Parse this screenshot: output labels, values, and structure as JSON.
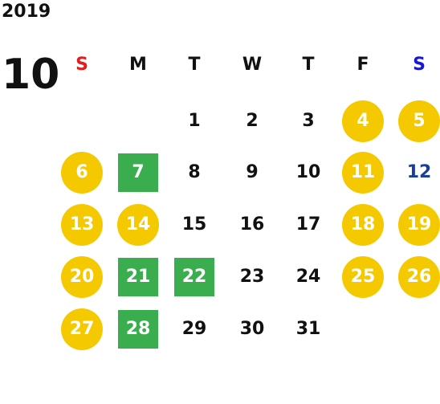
{
  "calendar": {
    "year": "2019",
    "month": "10",
    "weekdays": [
      "S",
      "M",
      "T",
      "W",
      "T",
      "F",
      "S"
    ],
    "colors": {
      "sunday": "#e51c1c",
      "saturday": "#1717d8",
      "holiday_circle": "#f5c900",
      "event_square": "#3aae4f",
      "highlight_text": "#1a3f99"
    },
    "weeks": [
      [
        {
          "n": ""
        },
        {
          "n": ""
        },
        {
          "n": "1"
        },
        {
          "n": "2"
        },
        {
          "n": "3"
        },
        {
          "n": "4",
          "style": "circle"
        },
        {
          "n": "5",
          "style": "circle"
        }
      ],
      [
        {
          "n": "6",
          "style": "circle"
        },
        {
          "n": "7",
          "style": "square"
        },
        {
          "n": "8"
        },
        {
          "n": "9"
        },
        {
          "n": "10"
        },
        {
          "n": "11",
          "style": "circle"
        },
        {
          "n": "12",
          "style": "blue"
        }
      ],
      [
        {
          "n": "13",
          "style": "circle"
        },
        {
          "n": "14",
          "style": "circle"
        },
        {
          "n": "15"
        },
        {
          "n": "16"
        },
        {
          "n": "17"
        },
        {
          "n": "18",
          "style": "circle"
        },
        {
          "n": "19",
          "style": "circle"
        }
      ],
      [
        {
          "n": "20",
          "style": "circle"
        },
        {
          "n": "21",
          "style": "square"
        },
        {
          "n": "22",
          "style": "square"
        },
        {
          "n": "23"
        },
        {
          "n": "24"
        },
        {
          "n": "25",
          "style": "circle"
        },
        {
          "n": "26",
          "style": "circle"
        }
      ],
      [
        {
          "n": "27",
          "style": "circle"
        },
        {
          "n": "28",
          "style": "square"
        },
        {
          "n": "29"
        },
        {
          "n": "30"
        },
        {
          "n": "31"
        },
        {
          "n": ""
        },
        {
          "n": ""
        }
      ]
    ]
  }
}
